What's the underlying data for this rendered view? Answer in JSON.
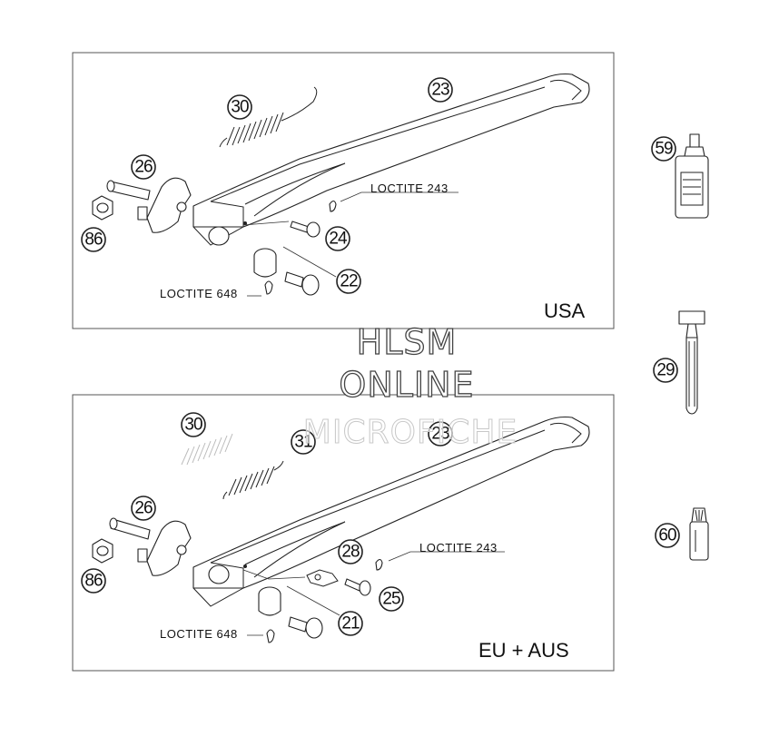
{
  "panels": {
    "usa": {
      "region": "USA",
      "loctite_243": "LOCTITE 243",
      "loctite_648": "LOCTITE 648",
      "callouts": {
        "c30": "30",
        "c23": "23",
        "c26": "26",
        "c86": "86",
        "c24": "24",
        "c22": "22"
      }
    },
    "eu": {
      "region": "EU + AUS",
      "loctite_243": "LOCTITE 243",
      "loctite_648": "LOCTITE 648",
      "callouts": {
        "c30": "30",
        "c31": "31",
        "c23": "23",
        "c26": "26",
        "c86": "86",
        "c28": "28",
        "c25": "25",
        "c21": "21"
      }
    }
  },
  "sidebar": {
    "c59": "59",
    "c29": "29",
    "c60": "60"
  },
  "watermark": {
    "line1": "HLSM",
    "line2": "ONLINE",
    "line3": "MICROFICHE"
  }
}
